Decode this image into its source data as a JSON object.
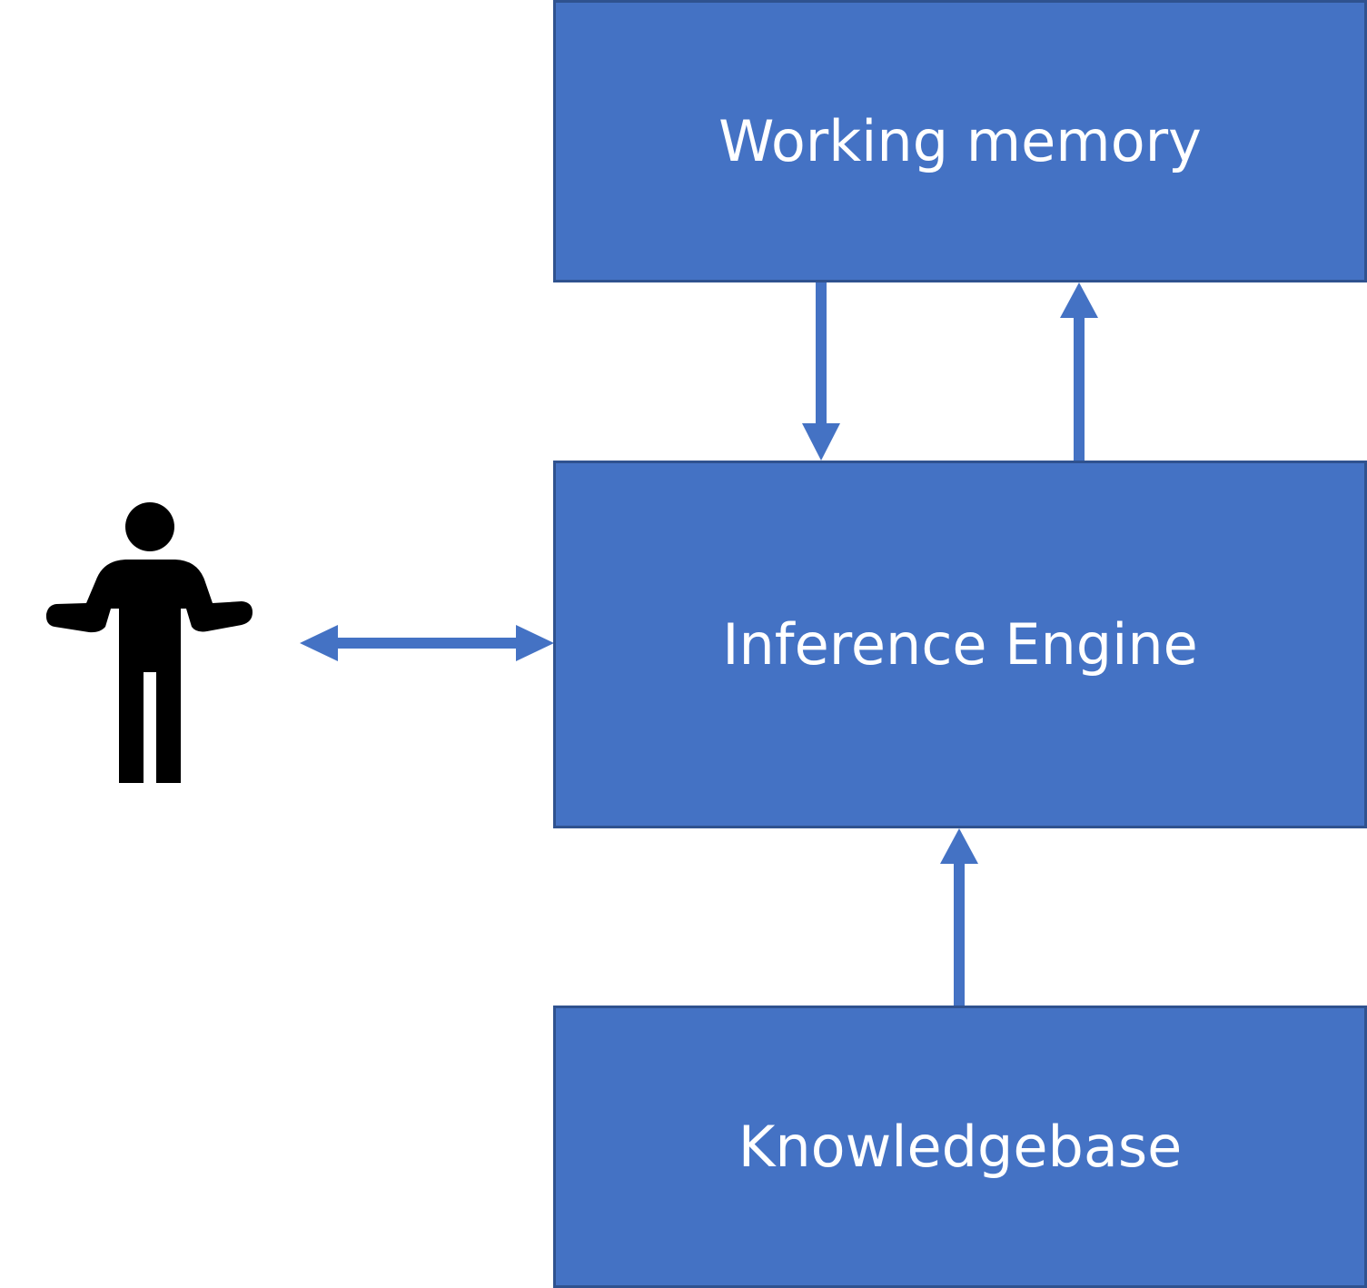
{
  "colors": {
    "box_fill": "#4472C4",
    "box_border": "#2F528F",
    "arrow": "#4472C4",
    "person": "#000000",
    "text": "#FFFFFF"
  },
  "boxes": {
    "working_memory": "Working memory",
    "inference_engine": "Inference Engine",
    "knowledgebase": "Knowledgebase"
  },
  "icons": {
    "user": "person-shrug-icon"
  },
  "connections": [
    {
      "from": "working_memory",
      "to": "inference_engine",
      "direction": "down"
    },
    {
      "from": "inference_engine",
      "to": "working_memory",
      "direction": "up"
    },
    {
      "from": "knowledgebase",
      "to": "inference_engine",
      "direction": "up"
    },
    {
      "from": "user",
      "to": "inference_engine",
      "direction": "bidirectional"
    }
  ]
}
